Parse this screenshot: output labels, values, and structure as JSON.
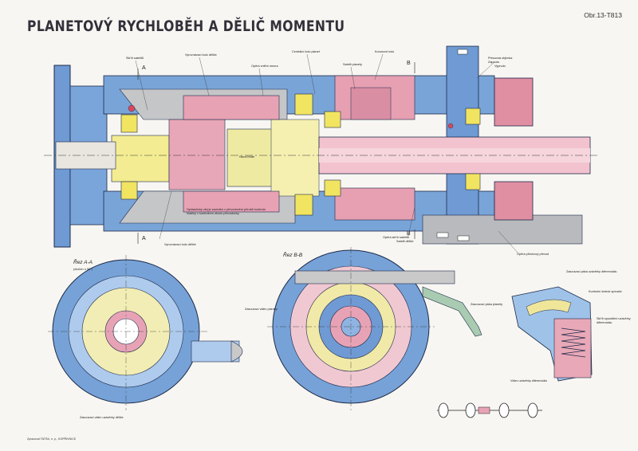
{
  "sheet": {
    "title": "PLANETOVÝ RYCHLOBĚH A DĚLIČ MOMENTU",
    "reference": "Obr.13-T813",
    "publisher": "Zpracoval TATRA, n. p., KOPŘIVNICE"
  },
  "sections": {
    "a_a_title": "Řez A-A",
    "a_a_subtitle": "(otočen o 90°)",
    "b_b_title": "Řez B-B",
    "mark_a": "A",
    "mark_b": "B"
  },
  "labels": {
    "l01": "Skříň satelitů",
    "l02": "Vyrovnávací kolo děliče",
    "l03": "Opěrá vnitřní mezra",
    "l04": "Centrální kolo planet",
    "l05": "Korunové kolo",
    "l06": "Satelit planety",
    "l07": "Přesuvná objímka",
    "l08": "Zapnuto",
    "l09": "Vypnuto",
    "l10": "Opěrá skříň satelitů",
    "l11": "Opěrá přírubový převod",
    "l12": "Vyrovnávací kolo děliče",
    "l13": "Satelit děliče",
    "l14": "Zasouvací válec planety",
    "l15": "Zasouvací páka planety",
    "l16": "Zasouvací páka uzávěrky diferenciálu",
    "l17": "Kontrolní doteck spínače",
    "l18": "Skříň spouštění uzávěrky diferenciálu",
    "l19": "Válec uzávěrky diferenciálu",
    "l20": "Zasouvací válec uzávěrky děliče",
    "note": "Hydraulický olej je zaveden v převodovém přírubě kontrola hladiny v kontrolním otvoru převodovky",
    "shaft": "Hlavní hřídel"
  }
}
